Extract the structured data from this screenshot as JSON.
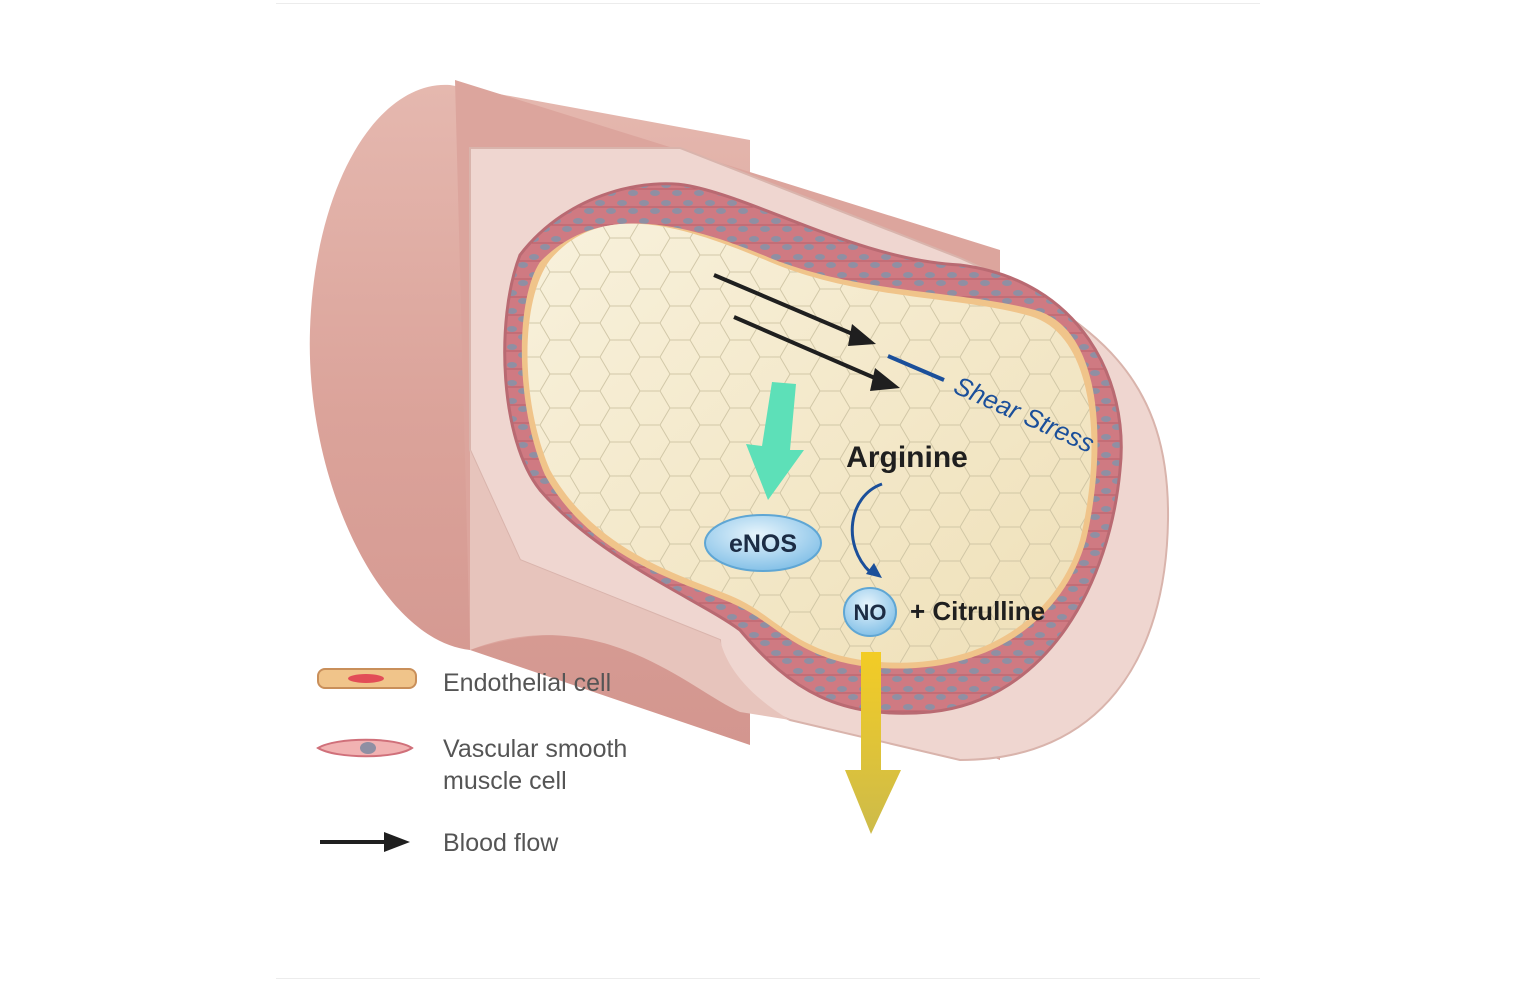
{
  "labels": {
    "shear_stress": "Shear Stress",
    "arginine": "Arginine",
    "enos": "eNOS",
    "no": "NO",
    "citrulline": "+ Citrulline"
  },
  "legend": [
    {
      "label": "Endothelial cell"
    },
    {
      "label": "Vascular smooth muscle cell"
    },
    {
      "label": "Blood flow"
    }
  ],
  "colors": {
    "vessel_wall": "#dba39a",
    "vessel_cut": "#efd6d0",
    "muscle_layer": "#cf7a82",
    "muscle_nucleus": "#8f8fa3",
    "endothelium": "#f0c48a",
    "lumen": "#f6ecd0",
    "enos_arrow": "#5de0b8",
    "no_arrow": "#e8c534",
    "shear_blue": "#1b4f9a",
    "enzyme_fill": "#8cc6ea"
  }
}
